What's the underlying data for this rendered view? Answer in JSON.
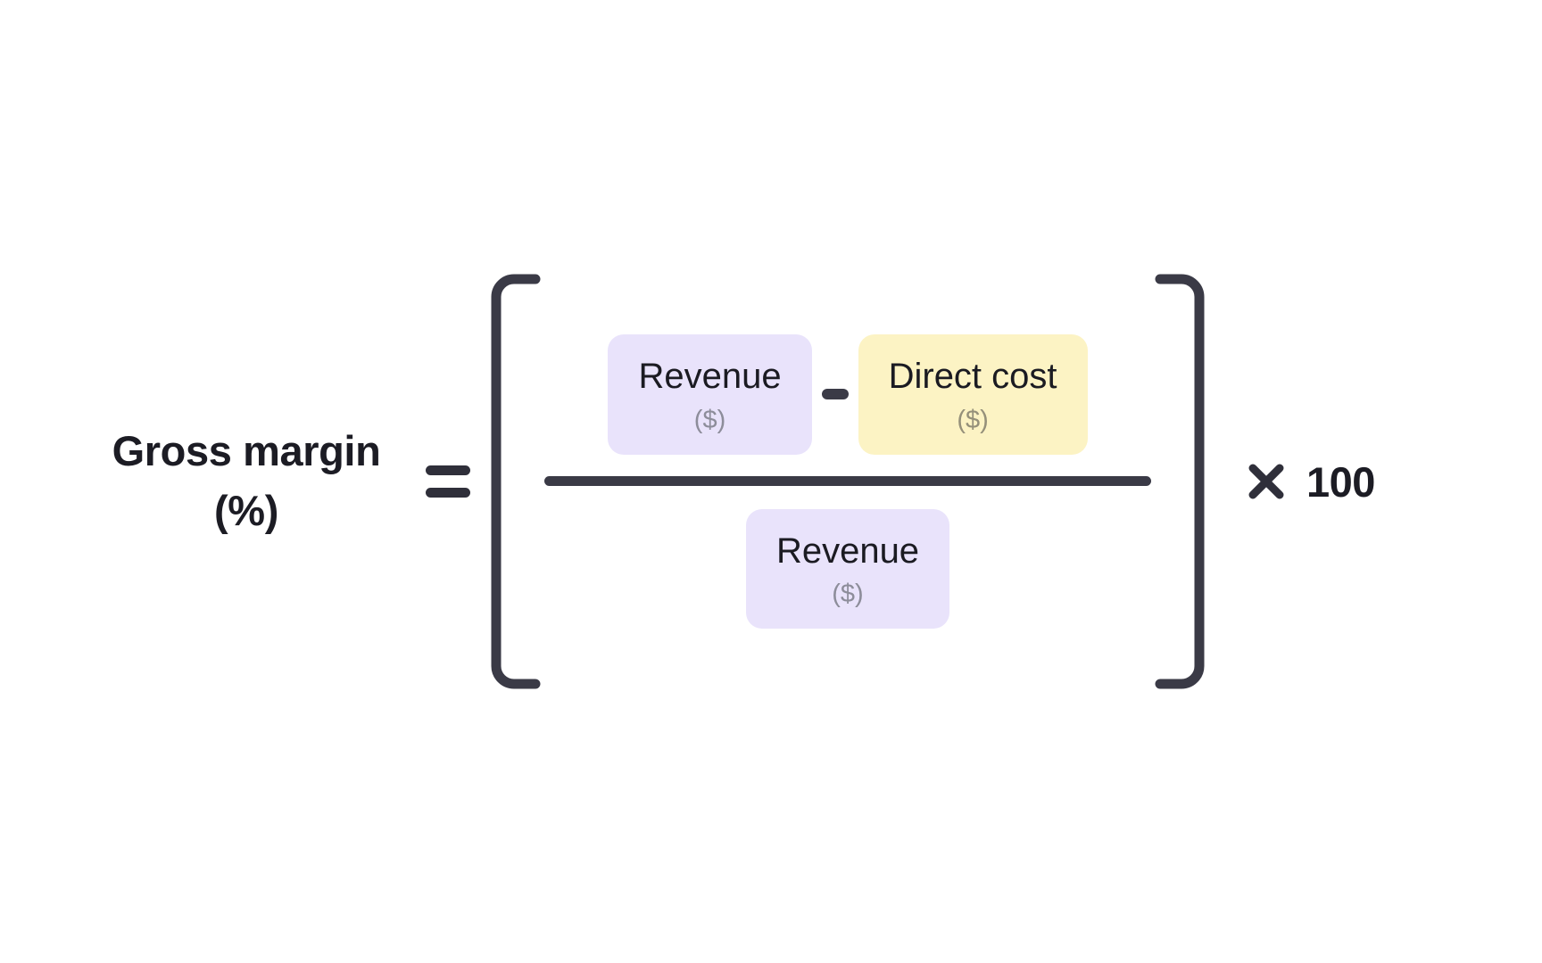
{
  "diagram": {
    "type": "formula",
    "title": "Gross margin (%) formula",
    "background_color": "#ffffff",
    "result": {
      "label_line1": "Gross margin",
      "label_line2": "(%)",
      "equals_symbol": "="
    },
    "expression": {
      "bracket_left": "[",
      "bracket_right": "]",
      "numerator": {
        "terms": [
          {
            "name": "Revenue",
            "unit": "($)",
            "color": "#e9e3fb",
            "color_name": "lavender"
          },
          {
            "name": "Direct cost",
            "unit": "($)",
            "color": "#fcf3c4",
            "color_name": "pale-yellow"
          }
        ],
        "operator": "−"
      },
      "fraction_bar": true,
      "denominator": {
        "terms": [
          {
            "name": "Revenue",
            "unit": "($)",
            "color": "#e9e3fb",
            "color_name": "lavender"
          }
        ]
      }
    },
    "multiplier": {
      "operator": "×",
      "value": "100"
    },
    "colors": {
      "ink": "#1c1c24",
      "rule": "#3a3a46",
      "unit_text": "#8d8d9a",
      "unit_text_yellow": "#95907a",
      "purple_fill": "#e9e3fb",
      "yellow_fill": "#fcf3c4"
    }
  }
}
